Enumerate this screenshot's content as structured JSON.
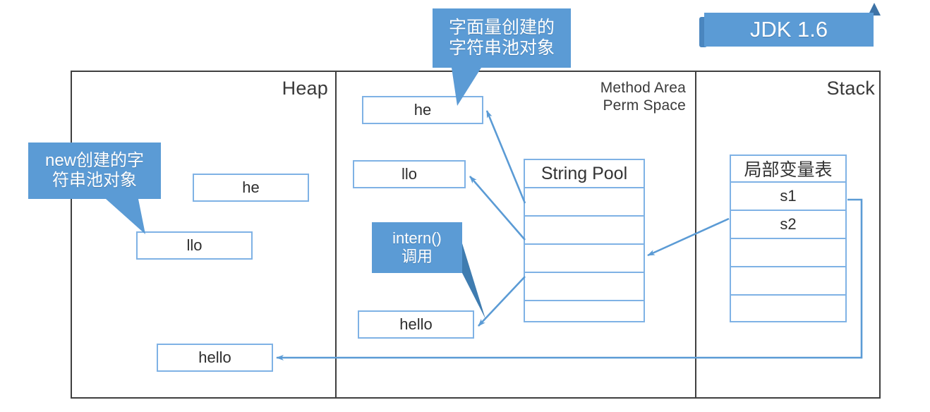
{
  "title": "JDK 1.6 String Pool Memory Model",
  "banner": {
    "label": "JDK 1.6"
  },
  "regions": {
    "heap": "Heap",
    "method_area_line1": "Method Area",
    "method_area_line2": "Perm Space",
    "stack": "Stack"
  },
  "callouts": {
    "literal": {
      "line1": "字面量创建的",
      "line2": "字符串池对象"
    },
    "new": {
      "line1": "new创建的字",
      "line2": "符串池对象"
    },
    "intern": {
      "line1": "intern()",
      "line2": "调用"
    }
  },
  "heap_objects": [
    {
      "label": "he"
    },
    {
      "label": "llo"
    },
    {
      "label": "hello"
    }
  ],
  "method_area_objects": [
    {
      "label": "he"
    },
    {
      "label": "llo"
    },
    {
      "label": "hello"
    }
  ],
  "string_pool": {
    "header": "String Pool",
    "rows": [
      "",
      "",
      "",
      "",
      ""
    ]
  },
  "local_var_table": {
    "header": "局部变量表",
    "rows": [
      "s1",
      "s2",
      "",
      "",
      ""
    ]
  },
  "colors": {
    "accent_blue": "#5b9bd5",
    "box_border": "#7fb2e5",
    "frame": "#3f3f3f",
    "text": "#2e2e2e"
  }
}
